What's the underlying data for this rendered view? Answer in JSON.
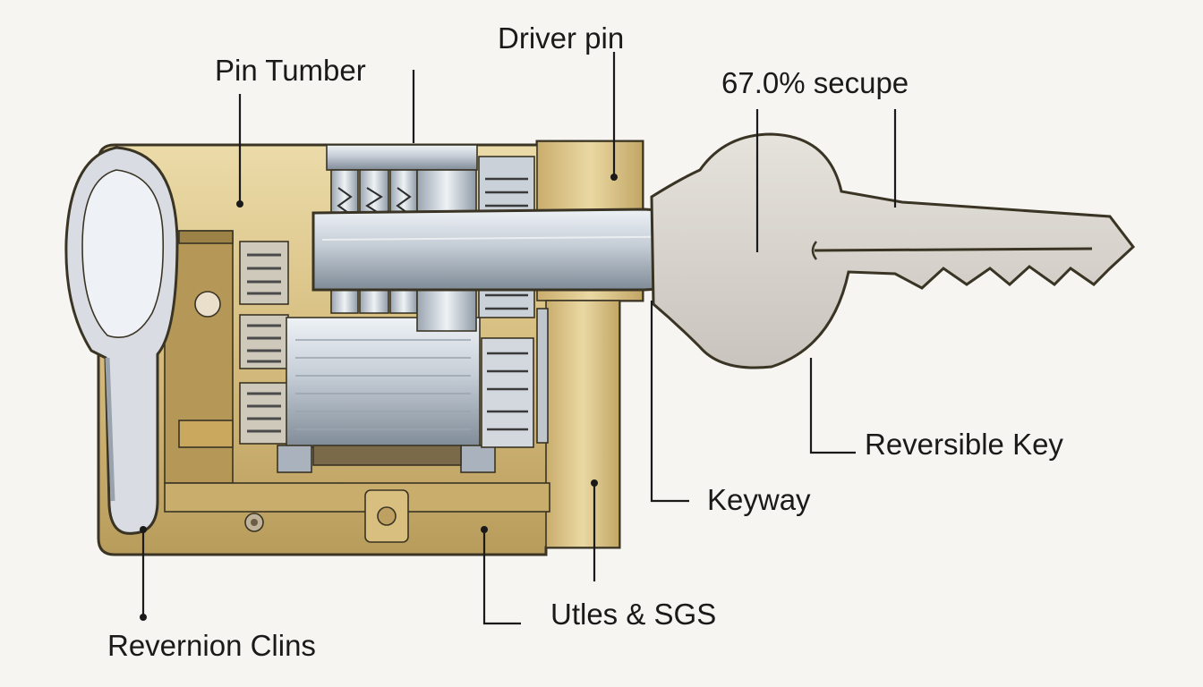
{
  "labels": {
    "pin_tumbler": "Pin Tumber",
    "driver_pin": "Driver pin",
    "percent_secupe": "67.0% secupe",
    "reversible_key": "Reversible Key",
    "keyway": "Keyway",
    "utles_sgs": "Utles & SGS",
    "revernion_clins": "Revernion Clins"
  },
  "colors": {
    "brass_light": "#e2cd92",
    "brass_mid": "#cdb272",
    "brass_dark": "#a88e4e",
    "steel_light": "#e3e8ee",
    "steel_mid": "#b9c2cc",
    "steel_dark": "#7d8894",
    "key_fill": "#d9d5cf",
    "ink": "#1a1a1a"
  }
}
